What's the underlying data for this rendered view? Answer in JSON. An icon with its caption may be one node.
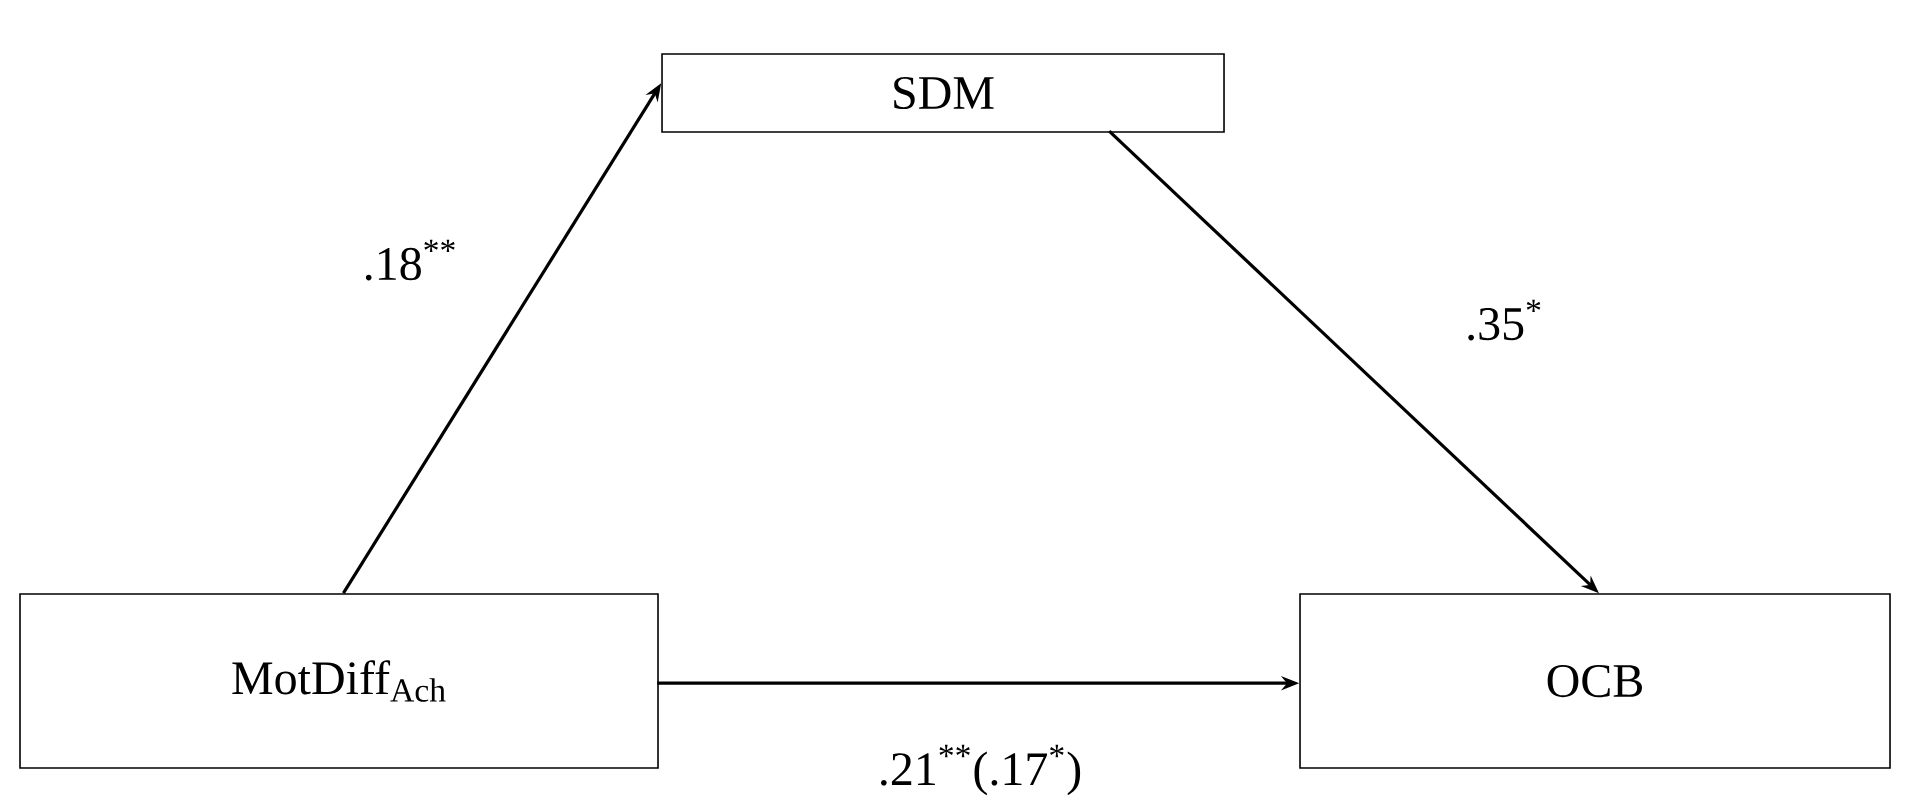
{
  "diagram": {
    "nodes": [
      {
        "text": [
          "SDM"
        ]
      },
      {
        "text": [
          "MotDiff$_{Ach}$"
        ]
      },
      {
        "text": [
          "OCB"
        ]
      }
    ],
    "edges": [
      {
        "from": 1,
        "to": 0,
        "arrow": "to",
        "label": ".18$^{**}$"
      },
      {
        "from": 0,
        "to": 2,
        "arrow": "to",
        "label": ".35$^{*}$"
      },
      {
        "from": 1,
        "to": 2,
        "arrow": "to",
        "label": ".21$^{**}$(.17$^{*}$)"
      }
    ]
  }
}
